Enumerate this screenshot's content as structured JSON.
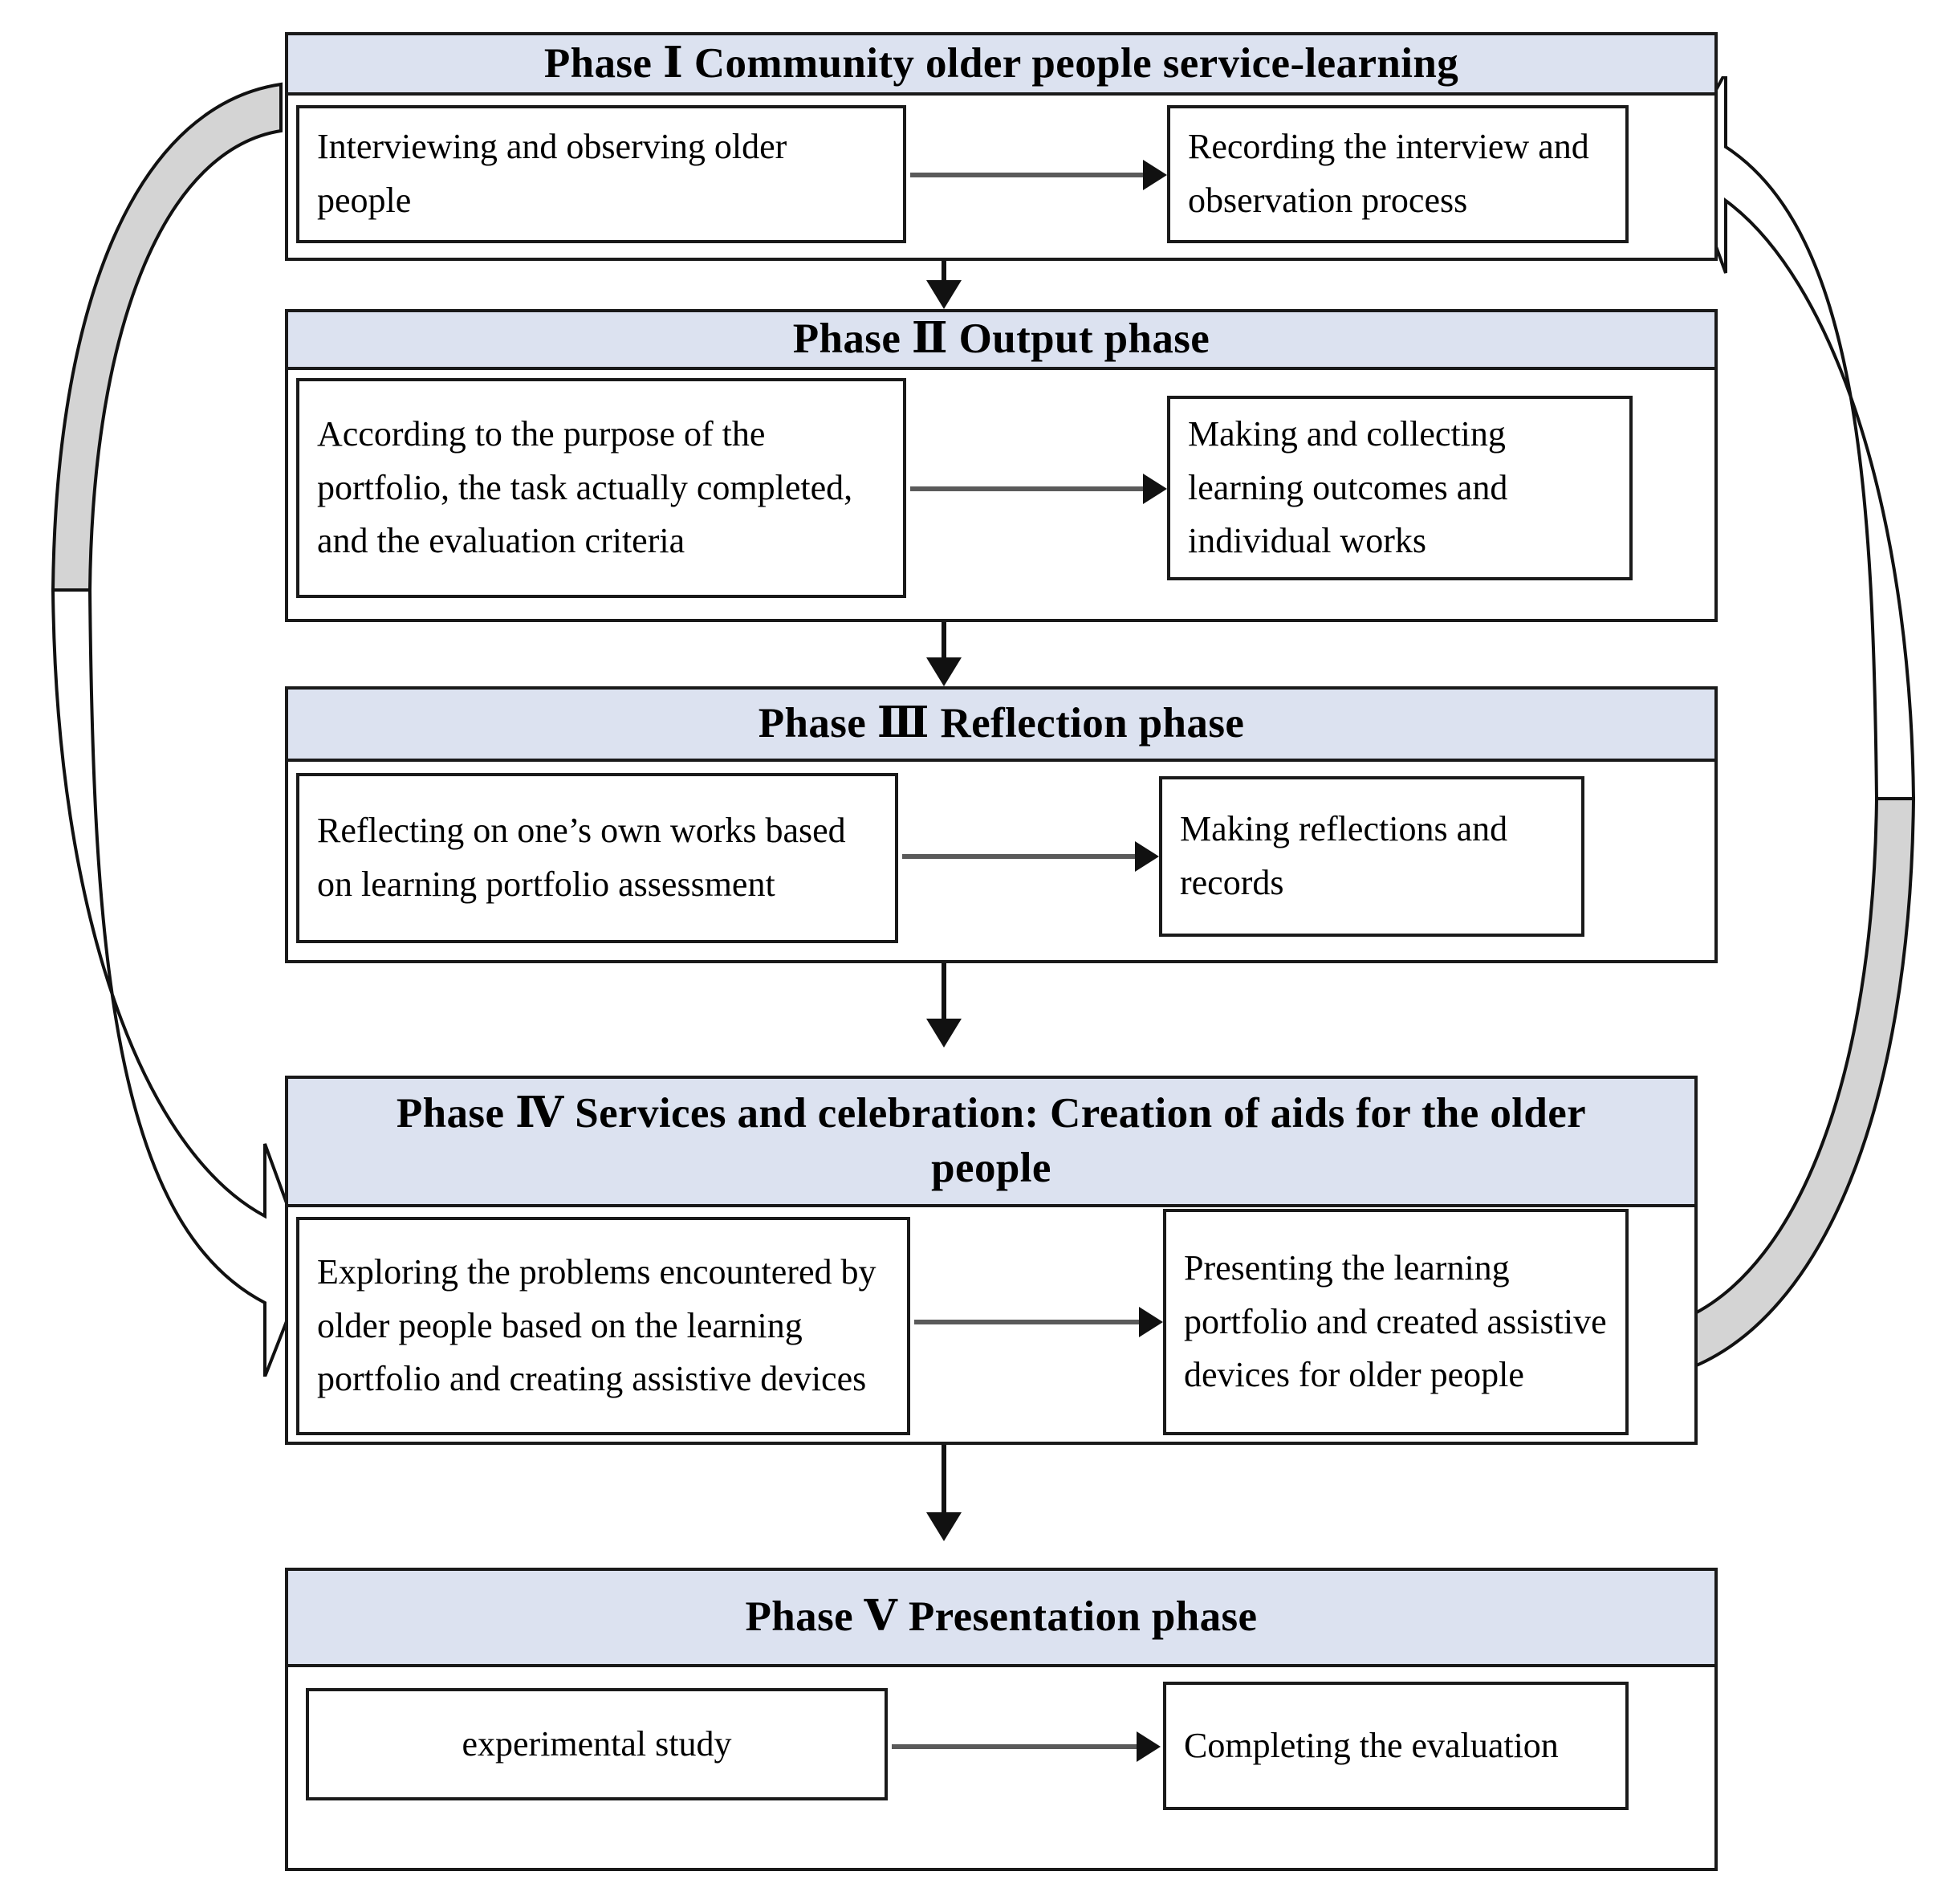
{
  "diagram": {
    "title": "Service-learning learning portfolio phase flowchart",
    "colors": {
      "header_fill": "#dce2f0",
      "border": "#1a1a1a",
      "arrow_gray_fill": "#d4d4d4",
      "arrow_stroke": "#111111"
    },
    "phases": [
      {
        "id": "phase-1",
        "header": "Phase Ⅰ  Community older people service-learning",
        "left_box": "Interviewing and observing older people",
        "right_box": "Recording the interview and observation process",
        "connector": "arrow-right"
      },
      {
        "id": "phase-2",
        "header": "Phase Ⅱ  Output phase",
        "left_box": "According to the purpose of the portfolio, the task actually completed, and the evaluation criteria",
        "right_box": "Making and collecting learning outcomes and individual works",
        "connector": "arrow-right"
      },
      {
        "id": "phase-3",
        "header": "Phase Ⅲ  Reflection phase",
        "left_box": "Reflecting on one’s own works based on learning portfolio assessment",
        "right_box": "Making reflections and records",
        "connector": "arrow-right"
      },
      {
        "id": "phase-4",
        "header": "Phase Ⅳ  Services and celebration: Creation of aids for the older people",
        "left_box": "Exploring the problems encountered by older people based on the learning portfolio and creating assistive devices",
        "right_box": "Presenting the learning portfolio and created assistive devices for older people",
        "connector": "arrow-right"
      },
      {
        "id": "phase-5",
        "header": "Phase Ⅴ  Presentation phase",
        "left_box": "experimental study",
        "right_box": "Completing the evaluation",
        "connector": "arrow-right"
      }
    ],
    "flow_connectors": [
      {
        "from": "phase-1",
        "to": "phase-2",
        "type": "arrow-down"
      },
      {
        "from": "phase-2",
        "to": "phase-3",
        "type": "arrow-down"
      },
      {
        "from": "phase-3",
        "to": "phase-4",
        "type": "arrow-down"
      },
      {
        "from": "phase-4",
        "to": "phase-5",
        "type": "arrow-down"
      }
    ],
    "cycle_arrows": [
      {
        "id": "left-curved-arrow",
        "direction": "down-then-right",
        "points_to": "phase-4",
        "fill": "gray-to-white"
      },
      {
        "id": "right-curved-arrow",
        "direction": "up-then-left",
        "points_to": "phase-1",
        "fill": "white-to-gray"
      }
    ]
  }
}
